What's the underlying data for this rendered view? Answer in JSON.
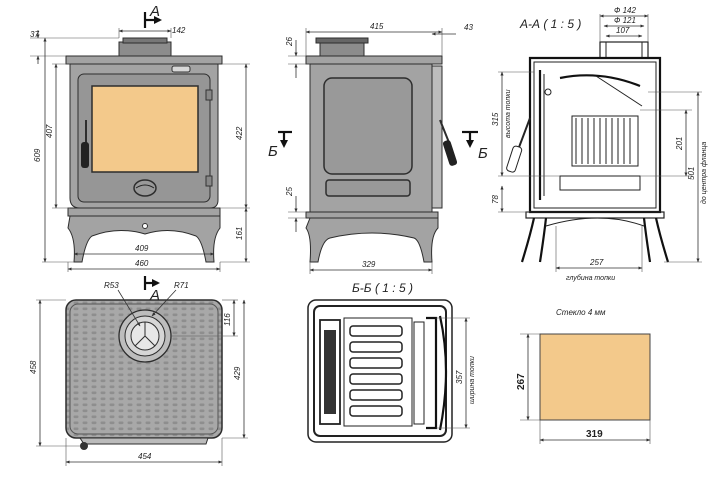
{
  "section_marks": {
    "a_top": "А",
    "a_bottom": "А",
    "b_left": "Б",
    "b_right": "Б"
  },
  "section_titles": {
    "aa": "А-А ( 1 : 5 )",
    "bb": "Б-Б ( 1 : 5 )"
  },
  "front_view": {
    "dims": {
      "d37": "37",
      "d142": "142",
      "d609": "609",
      "d407": "407",
      "d422": "422",
      "d161": "161",
      "d409": "409",
      "d460": "460"
    },
    "colors": {
      "glass": "#f3c98b",
      "iron": "#a3a3a3"
    }
  },
  "side_view": {
    "dims": {
      "d415": "415",
      "d43": "43",
      "d26": "26",
      "d25": "25",
      "d329": "329"
    }
  },
  "section_aa": {
    "dims": {
      "d142": "Ф 142",
      "d121": "Ф 121",
      "d107": "107",
      "d315": "315",
      "d201": "201",
      "d501": "501",
      "d78": "78",
      "d257": "257"
    },
    "labels": {
      "firebox_height": "высота топки",
      "flange_center": "до центра фланца",
      "firebox_depth": "глубина топки"
    }
  },
  "top_view": {
    "dims": {
      "r53": "R53",
      "r71": "R71",
      "d116": "116",
      "d458": "458",
      "d429": "429",
      "d454": "454"
    }
  },
  "section_bb": {
    "dims": {
      "d357": "357"
    },
    "labels": {
      "firebox_width": "ширина топки"
    }
  },
  "glass": {
    "caption": "Стекло 4 мм",
    "dims": {
      "height": "267",
      "width": "319"
    },
    "color": "#f3c98b"
  }
}
